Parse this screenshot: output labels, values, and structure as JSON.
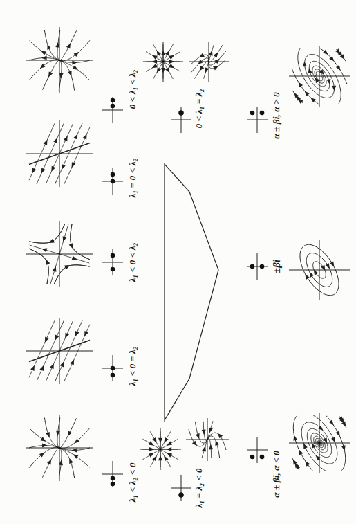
{
  "diagram": {
    "labels": [
      "λ₁ < λ₂ < 0",
      "λ₁ < 0 = λ₂",
      "λ₁ < 0 < λ₂",
      "λ₁ = 0 < λ₂",
      "0 < λ₁ < λ₂",
      "λ₁ = λ₂ < 0",
      "0 < λ₁ = λ₂",
      "α ± βi, α < 0",
      "±βi",
      "α ± βi, α > 0"
    ]
  }
}
